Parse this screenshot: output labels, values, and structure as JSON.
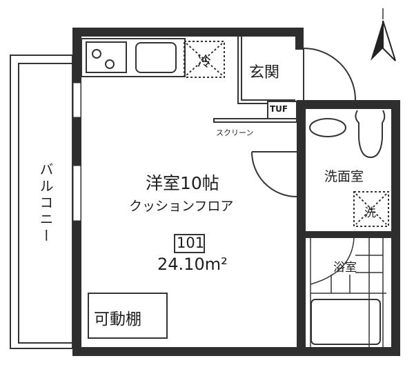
{
  "floor_plan": {
    "main_room": {
      "name": "洋室10帖",
      "flooring": "クッションフロア",
      "unit_number": "101",
      "area": "24.10m²"
    },
    "kitchen": {
      "fridge": "冷"
    },
    "entrance": {
      "name": "玄関",
      "shoe_box": "TUF",
      "screen": "スクリーン"
    },
    "balcony": {
      "name": "バルコニー"
    },
    "washroom": {
      "name": "洗面室",
      "washer": "洗"
    },
    "bathroom": {
      "name": "浴室"
    },
    "shelf": {
      "name": "可動棚"
    },
    "compass": {
      "icon": "north-arrow-icon"
    },
    "colors": {
      "wall": "#2e2e2e",
      "line": "#333333"
    }
  }
}
